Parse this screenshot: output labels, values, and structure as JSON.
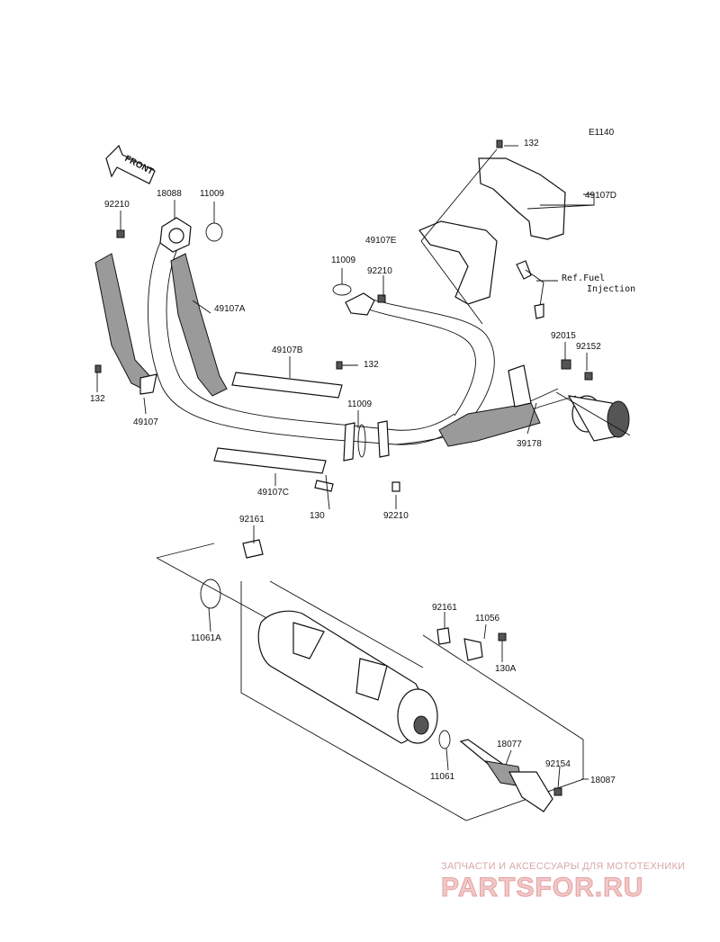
{
  "diagram": {
    "code": "E1140",
    "front_label": "FRONT",
    "ref_note_line1": "Ref.Fuel",
    "ref_note_line2": "Injection",
    "part_labels": {
      "p132_top": "132",
      "p49107D": "49107D",
      "p49107E": "49107E",
      "p11009_top": "11009",
      "p92210_top": "92210",
      "p92210_left": "92210",
      "p18088": "18088",
      "p11009_left": "11009",
      "p49107A": "49107A",
      "p49107B": "49107B",
      "p132_mid": "132",
      "p132_left": "132",
      "p49107": "49107",
      "p11009_mid": "11009",
      "p92015": "92015",
      "p92152": "92152",
      "p39178": "39178",
      "p49107C": "49107C",
      "p130": "130",
      "p92210_bottom": "92210",
      "p92161_top": "92161",
      "p11061A": "11061A",
      "p92161_mid": "92161",
      "p11056": "11056",
      "p130A": "130A",
      "p18077": "18077",
      "p92154": "92154",
      "p11061": "11061",
      "p18087": "18087"
    }
  },
  "watermark": {
    "line1": "ЗАПЧАСТИ И АКСЕССУАРЫ ДЛЯ МОТОТЕХНИКИ",
    "line2": "PARTSFOR.RU"
  }
}
